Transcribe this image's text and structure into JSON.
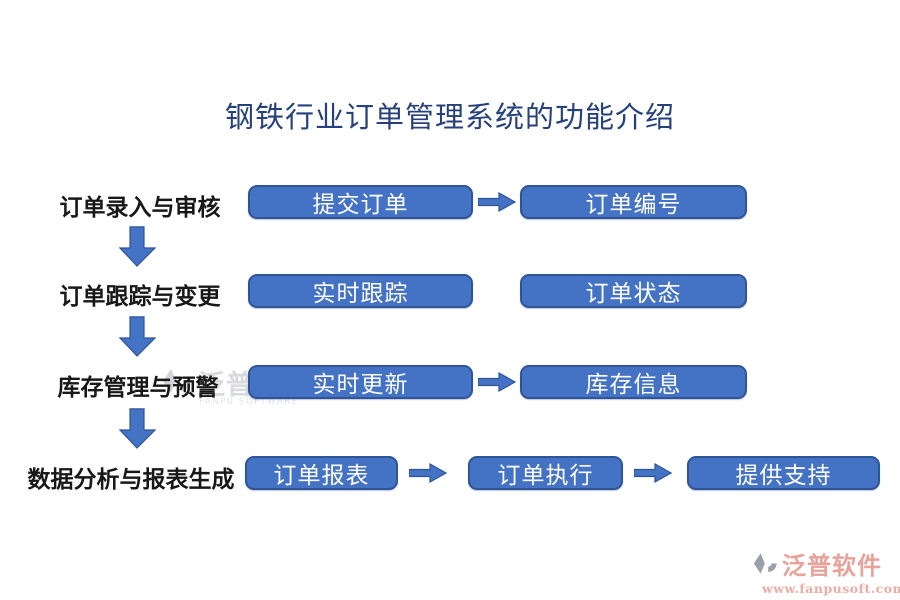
{
  "title": "钢铁行业订单管理系统的功能介绍",
  "colors": {
    "node_fill": "#4472C4",
    "node_border": "#2F5597",
    "title_text": "#26417C",
    "label_text": "#181818",
    "watermark_gray": "#B9BDC6",
    "brand_salmon": "#E8A29A"
  },
  "rows": [
    {
      "label": "订单录入与审核",
      "steps": [
        "提交订单",
        "订单编号"
      ]
    },
    {
      "label": "订单跟踪与变更",
      "steps": [
        "实时跟踪",
        "订单状态"
      ]
    },
    {
      "label": "库存管理与预警",
      "steps": [
        "实时更新",
        "库存信息"
      ]
    },
    {
      "label": "数据分析与报表生成",
      "steps": [
        "订单报表",
        "订单执行",
        "提供支持"
      ]
    }
  ],
  "watermark": {
    "brand": "泛普软件",
    "tagline": "FANPU SOFTWARE"
  },
  "footer_logo": {
    "brand": "泛普软件",
    "url": "www.fanpusoft.com"
  }
}
